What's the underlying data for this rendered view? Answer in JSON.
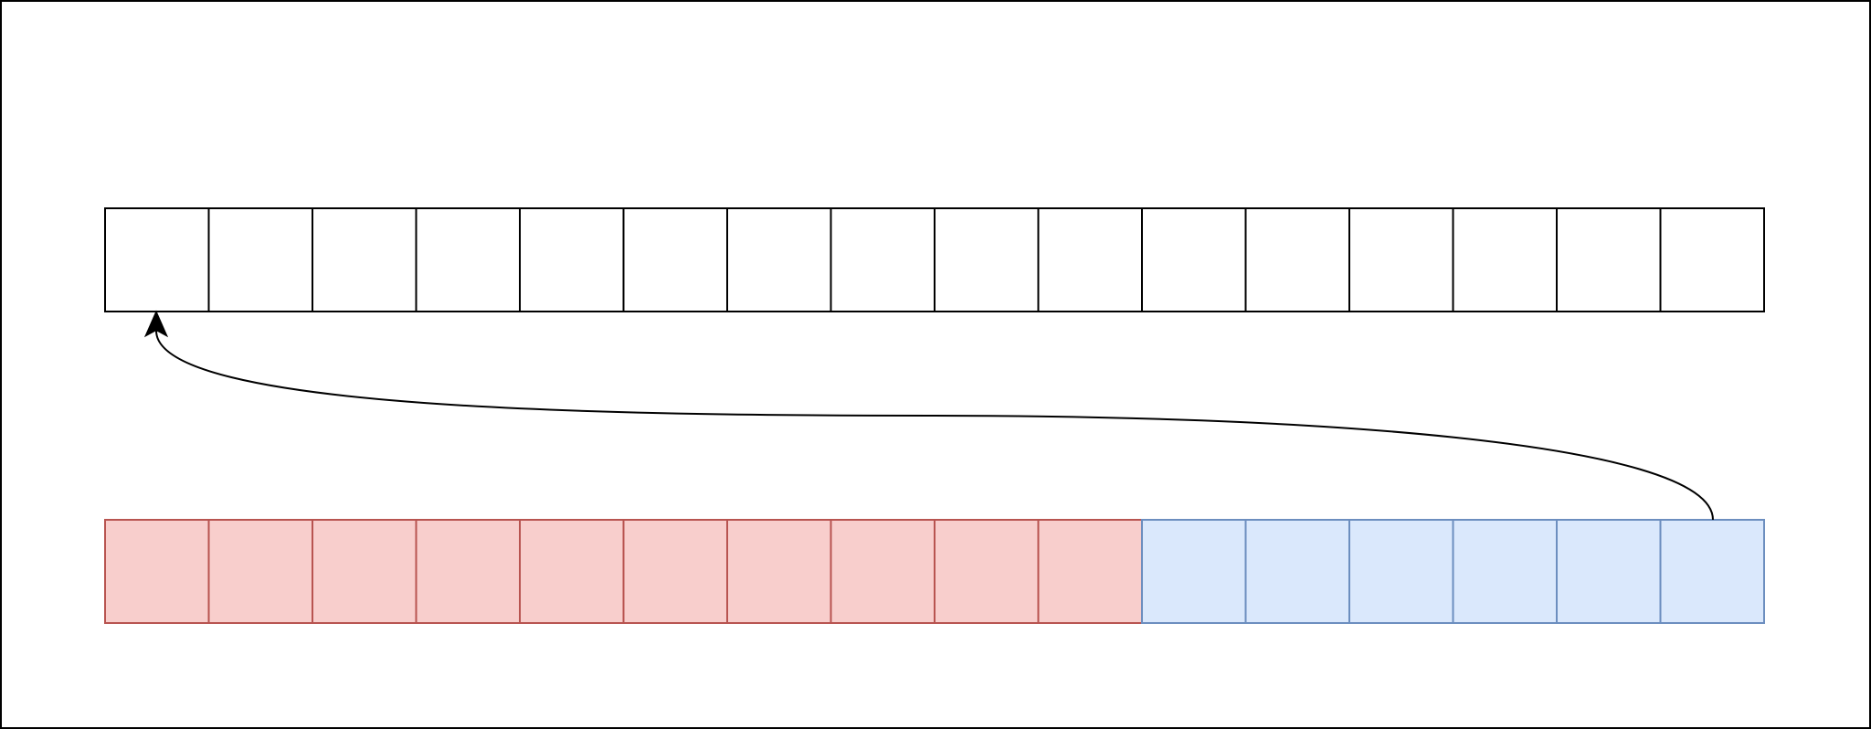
{
  "diagram": {
    "top_row": {
      "cell_count": 16,
      "fill": "#ffffff",
      "stroke": "#000000"
    },
    "bottom_row": {
      "groups": [
        {
          "name": "red-group",
          "cell_count": 10,
          "fill": "#f8cecc",
          "stroke": "#b85450"
        },
        {
          "name": "blue-group",
          "cell_count": 6,
          "fill": "#dae8fc",
          "stroke": "#6c8ebf"
        }
      ]
    },
    "connector": {
      "from": "bottom-row-last-cell",
      "to": "top-row-first-cell",
      "stroke": "#000000",
      "arrowhead": "classic"
    },
    "frame": {
      "stroke": "#000000"
    }
  }
}
